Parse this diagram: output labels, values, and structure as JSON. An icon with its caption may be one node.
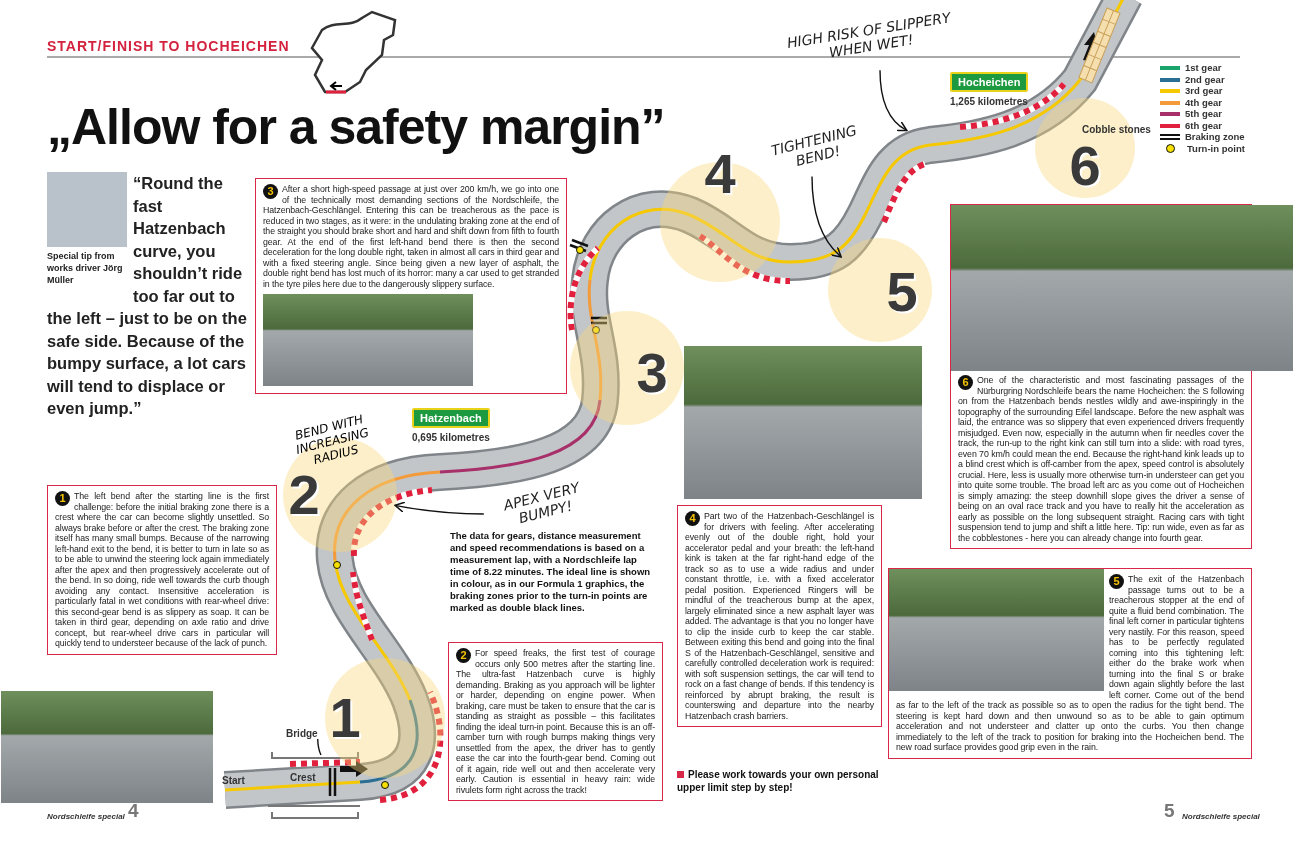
{
  "diagram": {
    "title": "„Allow for a safety margin”",
    "nodes": [
      {
        "text": [
          "HIGH RISK OF SLIPPERY WHEN WET!"
        ]
      },
      {
        "text": [
          "Hocheichen"
        ],
        "beside": [
          "1,265 kilometres"
        ]
      },
      {
        "text": [
          "6"
        ]
      },
      {
        "text": [
          "3",
          "After a short high-speed passage at just over 200 km/h, we go into one of the technically most demanding sections of the Nordschleife, the Hatzenbach-Geschlängel. Entering this can be treacherous as the pace is reduced in two stages, as it were: in the undulating braking zone at the end of the straight you should brake short and hard and shift down from fifth to fourth gear. At the end of the first left-hand bend there is then the second deceleration for the long double right, taken in almost all cars in third gear and with a fixed steering angle. Since being given a new layer of asphalt, the double right bend has lost much of its horror: many a car used to get stranded in the tyre piles here due to the dangerously slippery surface."
        ]
      },
      {
        "text": [
          "TIGHTENING BEND!"
        ]
      },
      {
        "text": [
          "4"
        ]
      },
      {
        "text": [
          "5"
        ]
      },
      {
        "text": [
          "3"
        ]
      },
      {
        "text": [
          "6",
          "One of the characteristic and most fascinating passages of the Nürburgring Nordschleife bears the name Hocheichen: the S following on from the Hatzenbach bends nestles wildly and awe-inspiringly in the topography of the surrounding Eifel landscape. Before the new asphalt was laid, the entrance was so slippery that even experienced drivers frequently misjudged. Even now, especially in the autumn when fir needles cover the track, the run-up to the right kink can still turn into a slide: with road tyres, even 70 km/h could mean the end. Because the right-hand kink leads up to a blind crest which is off-camber from the apex, speed control is absolutely crucial. Here, less is usually more otherwise turn-in understeer can get you into quite some trouble. The broad left arc as you come out of Hocheichen is simply amazing: the steep downhill slope gives the driver a sense of being on an oval race track and you have to really hit the acceleration as early as possible on the long subsequent straight. Racing cars with tight suspension tend to jump and shift a little here. Tip: run wide, even as far as the cobblestones - here you can already change into fourth gear."
        ]
      },
      {
        "text": [
          "Hatzenbach"
        ],
        "beside": [
          "0,695 kilometres"
        ]
      },
      {
        "text": [
          "2"
        ]
      },
      {
        "text": [
          "APEX VERY BUMPY!"
        ]
      },
      {
        "text": [
          "1",
          "The left bend after the starting line is the first challenge: before the initial braking zone there is a crest where the car can become slightly unsettled. So always brake before or after the crest. The braking zone itself has many small bumps. Because of the narrowing left-hand exit to the bend, it is better to turn in late so as to be able to unwind the steering lock again immediately after the apex and then progressively accelerate out of the bend. In so doing, ride well towards the curb though avoiding any contact. Insensitive acceleration is particularly fatal in wet conditions with rear-wheel drive: this second-gear bend is as slippery as soap. It can be taken in third gear, depending on axle ratio and drive concept, but rear-wheel drive cars in particular will quickly tend to understeer because of the lack of punch."
        ]
      },
      {
        "text": [
          "4",
          "Part two of the Hatzenbach-Geschlängel is for drivers with feeling. After accelerating evenly out of the double right, hold your accelerator pedal and your breath: the left-hand kink is taken at the far right-hand edge of the track so as to use a wide radius and under constant throttle, i.e. with a fixed accelerator pedal position. Experienced Ringers will be mindful of the treacherous bump at the apex, largely eliminated since a new asphalt layer was added. The advantage is that you no longer have to clip the inside curb to keep the car stable. Between exiting this bend and going into the final S of the Hatzenbach-Geschlängel, sensitive and carefully controlled deceleration work is required: with soft suspension settings, the car will tend to rock on a fast change of bends. If this tendency is reinforced by abrupt braking, the result is counterswing and departure into the nearby Hatzenbach crash barriers."
        ]
      },
      {
        "text": [
          "2",
          "For speed freaks, the first test of courage occurs only 500 metres after the starting line. The ultra-fast Hatzenbach curve is highly demanding. Braking as you approach will be lighter or harder, depending on engine power. When braking, care must be taken to ensure that the car is standing as straight as possible – this facilitates finding the ideal turn-in point. Because this is an off-camber turn with rough bumps making things very unsettled from the apex, the driver has to gently ease the car into the fourth-gear bend. Coming out of it again, ride well out and then accelerate very early. Caution is essential in heavy rain: wide rivulets form right across the track!"
        ]
      },
      {
        "text": [
          "5",
          "The exit of the Hatzenbach passage turns out to be a treacherous stopper at the end of quite a fluid bend combination. The final left corner in particular tightens very nastily. For this reason, speed has to be perfectly regulated coming into this tightening left: either do the brake work when turning into the final S or brake down again slightly before the last left corner. Come out of the bend as far to the left of the track as possible so as to open the radius for the tight bend. The steering is kept hard down and then unwound so as to be able to gain optimum acceleration and not understeer and clatter up onto the curbs. You then change immediately to the left of the track to position for braking into the Hocheichen bend. The new road surface provides good grip even in the rain."
        ]
      },
      {
        "text": [
          "Bridge"
        ]
      },
      {
        "text": [
          "1"
        ]
      }
    ],
    "edges": [
      {
        "from": 0,
        "to": null,
        "arrow": "to"
      },
      {
        "from": 4,
        "to": 6,
        "arrow": "to"
      },
      {
        "from": 11,
        "to": 10,
        "arrow": "to"
      },
      {
        "from": 16,
        "to": null,
        "arrow": "none"
      }
    ],
    "labels": [
      "START/FINISH TO HOCHEICHEN",
      "“Round the fast Hatzenbach curve, you shouldn’t ride too far out to the left – just to be on the safe side. Because of the bumpy surface, a lot cars will tend to displace or even jump.”",
      "Special tip from works driver Jörg Müller",
      "BEND WITH INCREASING RADIUS",
      "Cobble stones",
      "The data for gears, distance measurement and speed recommendations is based on a measurement lap, with a Nordschleife lap time of 8.22 minutes. The ideal line is shown in colour, as in our Formula 1 graphics, the braking zones prior to the turn-in points are marked as double black lines.",
      "Start",
      "Crest",
      "Please work towards your own personal upper limit step by step!",
      "Nordschleife special",
      "4",
      "5",
      "Nordschleife special"
    ],
    "legend": [
      {
        "text": "1st gear",
        "color": "#1aa36b"
      },
      {
        "text": "2nd gear",
        "color": "#2a6f93"
      },
      {
        "text": "3rd gear",
        "color": "#f5c800"
      },
      {
        "text": "4th gear",
        "color": "#f39a3a"
      },
      {
        "text": "5th gear",
        "color": "#a8306a"
      },
      {
        "text": "6th gear",
        "color": "#e0203c"
      },
      {
        "text": "Braking zone"
      },
      {
        "text": "Turn-in point"
      }
    ]
  }
}
